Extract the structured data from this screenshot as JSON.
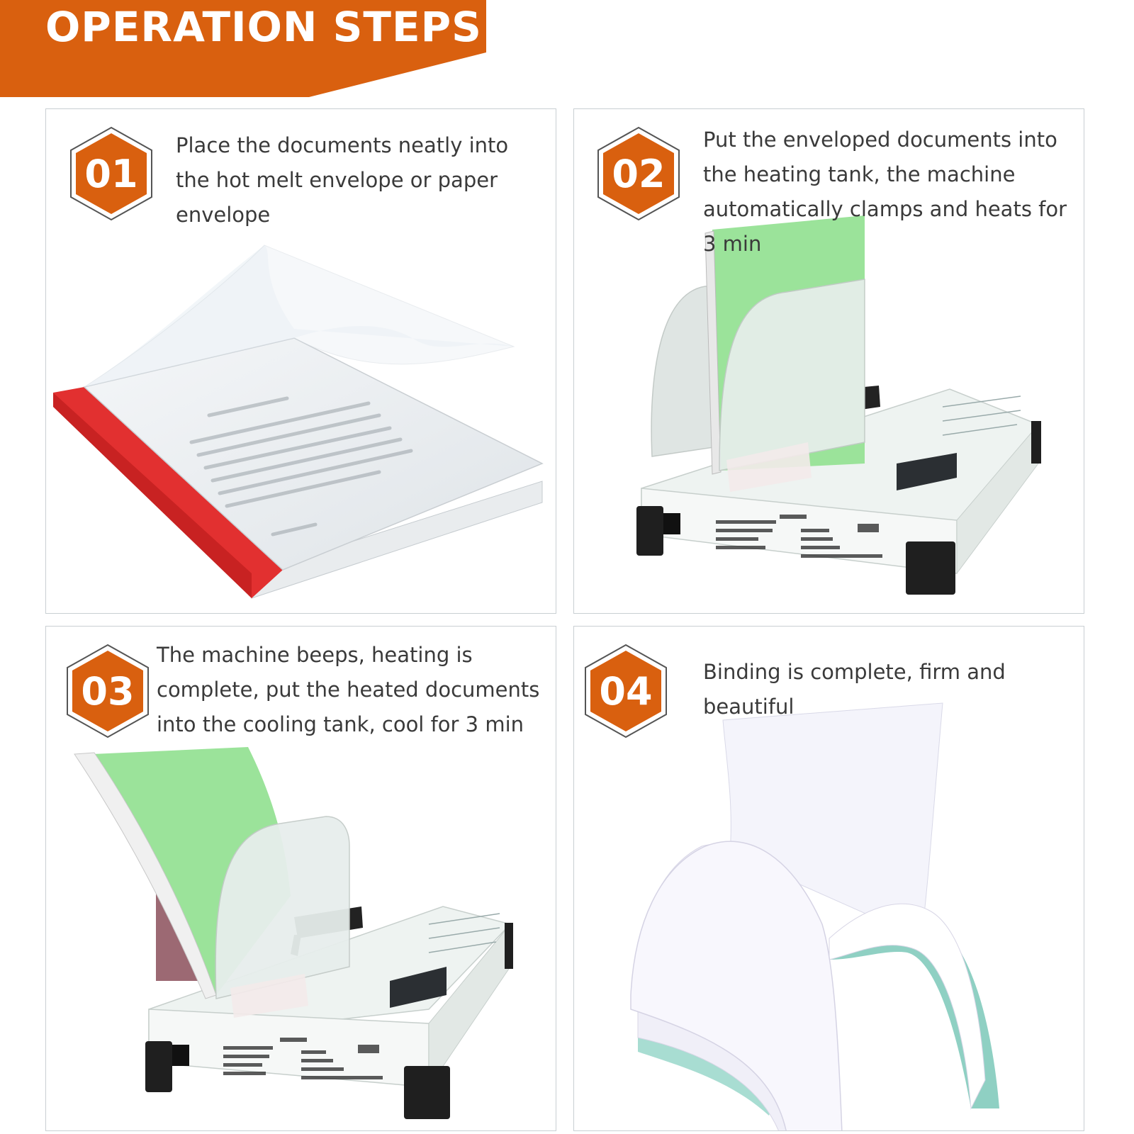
{
  "header": {
    "title": "OPERATION STEPS"
  },
  "colors": {
    "accent": "#d9600f",
    "panel_border": "#c9cfd3",
    "text": "#3a3a3a",
    "binding_strip": "#e23030",
    "cover_green": "#9be39a",
    "cover_teal": "#a8ddd2"
  },
  "steps": [
    {
      "number": "01",
      "text": "Place the documents neatly into the hot melt envelope or paper envelope"
    },
    {
      "number": "02",
      "text": "Put the enveloped documents into the heating tank, the machine automatically clamps and heats for 3 min"
    },
    {
      "number": "03",
      "text": "The machine beeps, heating is complete, put the heated documents into the cooling tank, cool for 3 min"
    },
    {
      "number": "04",
      "text": "Binding is complete, firm and beautiful"
    }
  ]
}
